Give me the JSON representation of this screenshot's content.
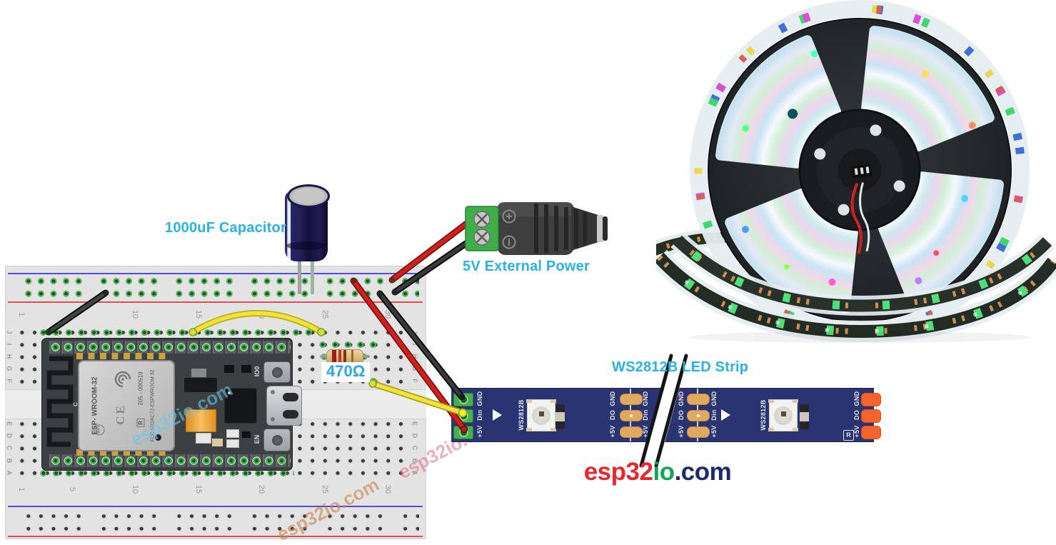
{
  "annotations": {
    "capacitor_label": "1000uF Capacitor",
    "power_label": "5V External Power",
    "resistor_label": "470Ω",
    "strip_label": "WS2812B LED Strip"
  },
  "site_logo": {
    "esp32": "esp32",
    "io": "io",
    "com": ".com"
  },
  "watermark_text": "esp32io.com",
  "breadboard": {
    "rows_top": [
      "J",
      "I",
      "H",
      "G",
      "F"
    ],
    "rows_bottom": [
      "E",
      "D",
      "C",
      "B",
      "A"
    ],
    "columns": [
      "1",
      "5",
      "10",
      "15",
      "20",
      "25",
      "30"
    ]
  },
  "esp32_board": {
    "module_name": "ESP- WROOM-32",
    "wifi_mark": "WIFI",
    "ce_mark": "CE",
    "serial": "205 - 000519",
    "r_mark": "R",
    "fcc_id": "FCC 9D2AC72-ESPWROOM 32",
    "antenna_label": "C",
    "button_io0": "IO0",
    "button_en": "EN"
  },
  "led_strip": {
    "chip_name": "WS2812B",
    "left_connector": [
      "GND",
      "Din",
      "+5V"
    ],
    "cut1_left": [
      "GND",
      "DO",
      "+5V"
    ],
    "cut1_right": [
      "GND",
      "Din",
      "+5V"
    ],
    "cut2_left": [
      "GND",
      "DO",
      "+5V"
    ],
    "cut2_right": [
      "GND",
      "Din",
      "+5V"
    ],
    "right_end": [
      "GND",
      "DO",
      "+5V"
    ],
    "r_mark": "R"
  },
  "colors": {
    "label_cyan": "#29b2e8",
    "wire_red": "#cf1f1f",
    "wire_black": "#2a2a2a",
    "wire_yellow": "#f0e33c",
    "strip_navy": "#2b3472",
    "pad_green": "#46b24e",
    "pad_copper": "#dfa95f",
    "pad_orange": "#f4652e",
    "logo_red": "#e8282c",
    "logo_green": "#14a554",
    "logo_navy": "#1b2a70"
  }
}
